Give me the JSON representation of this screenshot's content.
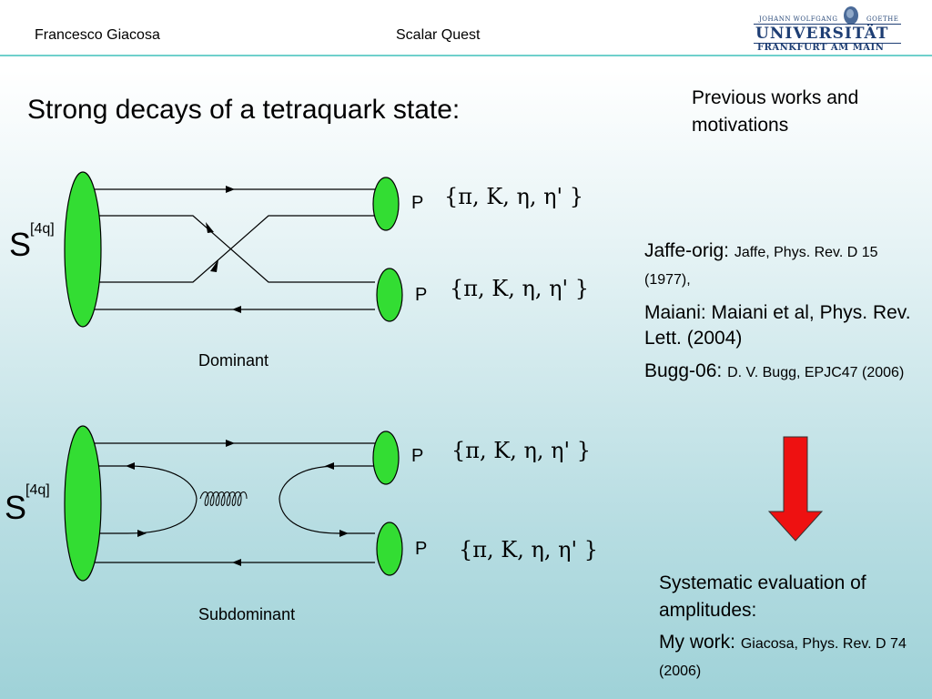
{
  "header": {
    "author": "Francesco Giacosa",
    "talk_title": "Scalar Quest",
    "logo": {
      "line1": "JOHANN WOLFGANG",
      "line1b": "GOETHE",
      "line2": "UNIVERSITÄT",
      "line3": "FRANKFURT AM MAIN"
    }
  },
  "slide": {
    "title": "Strong decays of a tetraquark state:",
    "side_heading": [
      "Previous works and",
      "motivations"
    ]
  },
  "diagrams": {
    "top": {
      "source_symbol": "S",
      "source_superscript": "[4q]",
      "p_labels": [
        "P",
        "P"
      ],
      "final_states": [
        "{π, K, η, η' }",
        "{π, K, η, η' }"
      ],
      "caption": "Dominant"
    },
    "bottom": {
      "source_symbol": "S",
      "source_superscript": "[4q]",
      "p_labels": [
        "P",
        "P"
      ],
      "final_states": [
        "{π, K, η, η' }",
        "{π, K, η, η' }"
      ],
      "caption": "Subdominant"
    }
  },
  "references": [
    {
      "label": "Jaffe-orig:",
      "detail": "Jaffe, Phys. Rev. D 15 (1977),"
    },
    {
      "label": "Maiani:",
      "detail": "Maiani et al, Phys. Rev. Lett. (2004)"
    },
    {
      "label": "Bugg-06:",
      "detail": "D. V. Bugg, EPJC47 (2006)"
    }
  ],
  "conclusion": {
    "heading": "Systematic evaluation of amplitudes:",
    "label": "My work:",
    "detail": "Giacosa, Phys. Rev. D 74 (2006)"
  },
  "colors": {
    "blob_fill": "#33dd33",
    "arrow_fill": "#ee1111",
    "header_rule": "#6fd0cc"
  }
}
